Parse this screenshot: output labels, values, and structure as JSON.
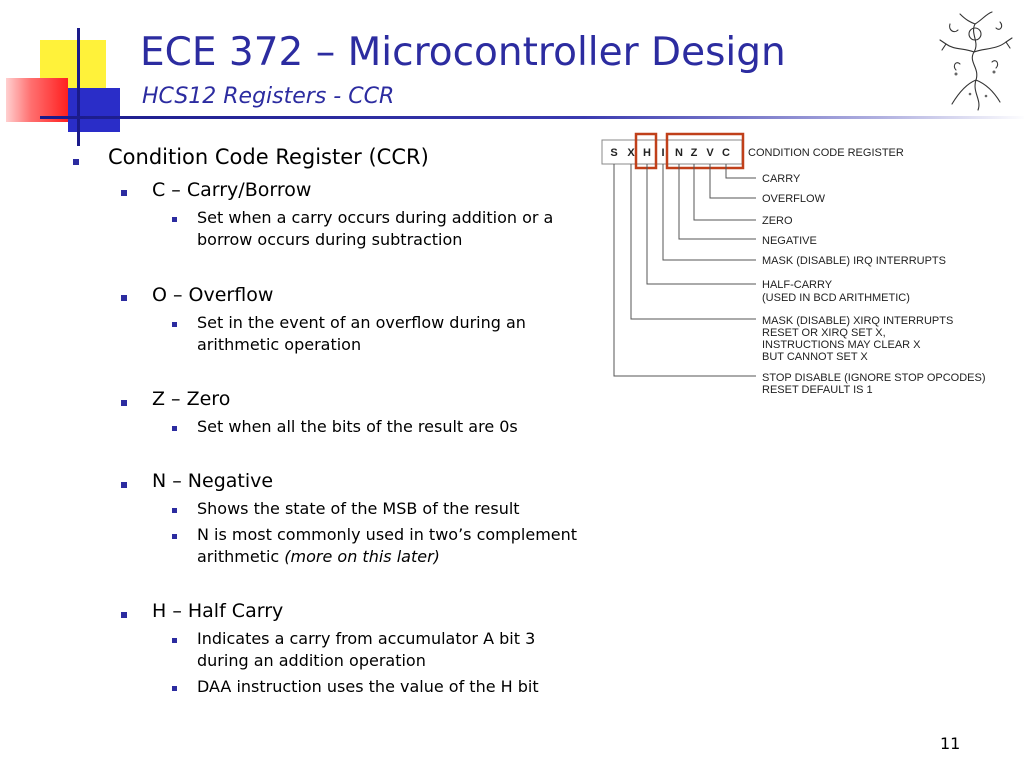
{
  "header": {
    "title": "ECE 372 – Microcontroller Design",
    "subtitle": "HCS12 Registers - CCR"
  },
  "content": {
    "heading": "Condition Code Register (CCR)",
    "sections": [
      {
        "label": "C – Carry/Borrow",
        "points": [
          "Set when a carry occurs during addition or a borrow occurs during subtraction"
        ]
      },
      {
        "label": "O – Overflow",
        "points": [
          "Set in the event of an overflow during an arithmetic operation"
        ]
      },
      {
        "label": "Z – Zero",
        "points": [
          "Set when all the bits of the result are 0s"
        ]
      },
      {
        "label": "N – Negative",
        "points": [
          "Shows the state of the MSB of the result",
          "N is most commonly used in two’s complement arithmetic",
          "(more on this later)"
        ]
      },
      {
        "label": "H – Half Carry",
        "points": [
          "Indicates a carry from accumulator A bit 3 during an addition operation",
          "DAA instruction uses the value of the H bit"
        ]
      }
    ]
  },
  "diagram": {
    "bits": [
      "S",
      "X",
      "H",
      "I",
      "N",
      "Z",
      "V",
      "C"
    ],
    "register_name": "CONDITION CODE REGISTER",
    "labels": {
      "carry": "CARRY",
      "overflow": "OVERFLOW",
      "zero": "ZERO",
      "negative": "NEGATIVE",
      "irq": "MASK (DISABLE) IRQ INTERRUPTS",
      "half_carry_1": "HALF-CARRY",
      "half_carry_2": "(USED IN BCD ARITHMETIC)",
      "xirq_1": "MASK (DISABLE) XIRQ INTERRUPTS",
      "xirq_2": "RESET OR XIRQ SET X,",
      "xirq_3": "INSTRUCTIONS MAY CLEAR X",
      "xirq_4": "BUT CANNOT SET X",
      "stop_1": "STOP DISABLE (IGNORE STOP OPCODES)",
      "stop_2": "RESET DEFAULT IS 1"
    },
    "highlight_color": "#c0401a"
  },
  "footer": {
    "page_number": "11"
  },
  "colors": {
    "title": "#2c2ca0",
    "bullet": "#2c2ca0"
  }
}
